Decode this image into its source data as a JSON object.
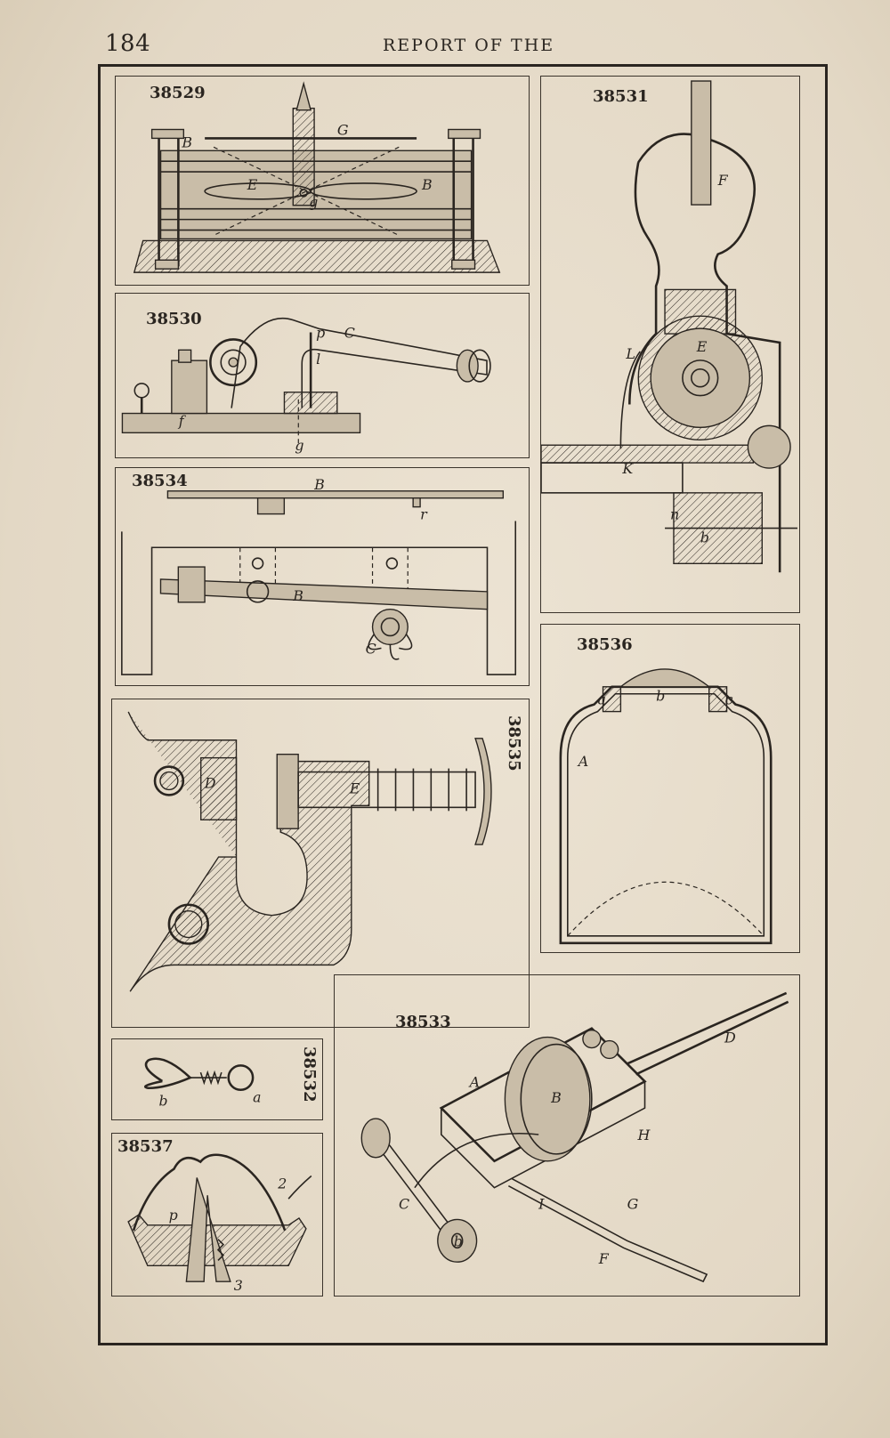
{
  "header": {
    "page_number": "184",
    "running_title": "REPORT OF THE"
  },
  "figures": {
    "f38529": {
      "number": "38529",
      "letters": [
        "B",
        "G",
        "E",
        "B",
        "g"
      ]
    },
    "f38530": {
      "number": "38530",
      "letters": [
        "p",
        "C",
        "l",
        "f",
        "g"
      ]
    },
    "f38534": {
      "number": "38534",
      "letters": [
        "B",
        "r",
        "B",
        "C"
      ]
    },
    "f38535": {
      "number": "38535",
      "letters": [
        "D",
        "E"
      ]
    },
    "f38532": {
      "number": "38532",
      "letters": [
        "b",
        "a"
      ]
    },
    "f38537": {
      "number": "38537",
      "letters": [
        "2",
        "p",
        "3"
      ]
    },
    "f38531": {
      "number": "38531",
      "letters": [
        "F",
        "L",
        "E",
        "K",
        "n",
        "b"
      ]
    },
    "f38536": {
      "number": "38536",
      "letters": [
        "a",
        "b",
        "c",
        "A"
      ]
    },
    "f38533": {
      "number": "38533",
      "letters": [
        "D",
        "A",
        "B",
        "H",
        "C",
        "I",
        "G",
        "F",
        "b"
      ]
    }
  }
}
